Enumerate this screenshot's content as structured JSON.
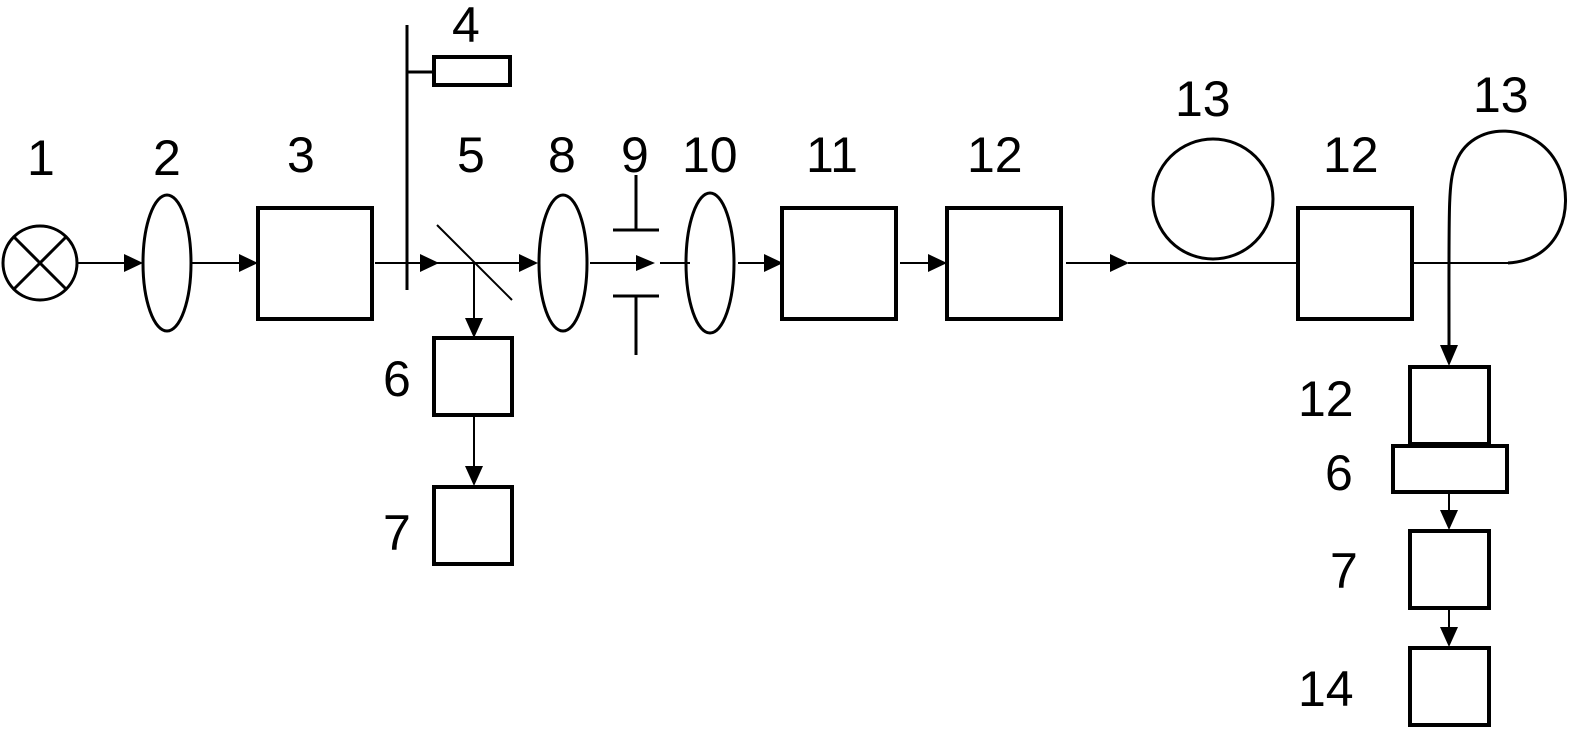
{
  "labels": {
    "l1": "1",
    "l2": "2",
    "l3": "3",
    "l4": "4",
    "l5": "5",
    "l6a": "6",
    "l7a": "7",
    "l8": "8",
    "l9": "9",
    "l10": "10",
    "l11": "11",
    "l12a": "12",
    "l13a": "13",
    "l12b": "12",
    "l13b": "13",
    "l12c": "12",
    "l6b": "6",
    "l7b": "7",
    "l14": "14"
  }
}
